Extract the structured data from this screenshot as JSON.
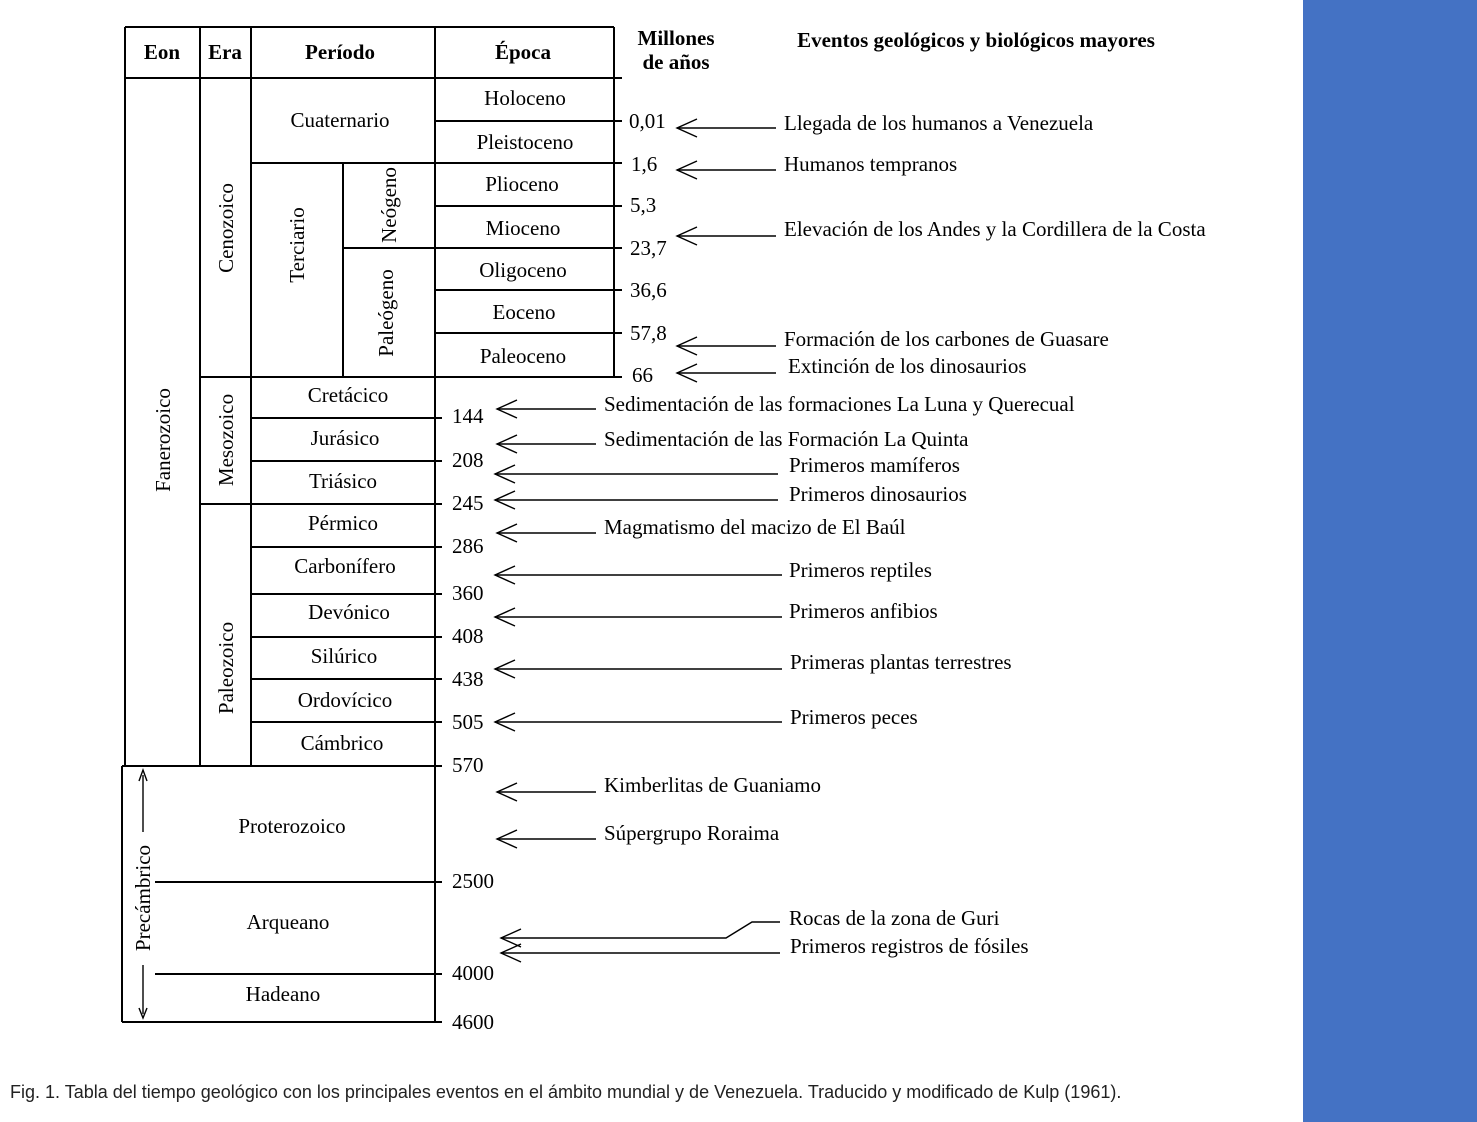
{
  "headers": {
    "eon": "Eon",
    "era": "Era",
    "periodo": "Período",
    "epoca": "Época",
    "millones_1": "Millones",
    "millones_2": "de años",
    "eventos": "Eventos geológicos y biológicos mayores"
  },
  "eons": {
    "fanerozoico": "Fanerozoico",
    "precambrico": "Precámbrico"
  },
  "eras": {
    "cenozoico": "Cenozoico",
    "mesozoico": "Mesozoico",
    "paleozoico": "Paleozoico"
  },
  "periods": {
    "cuaternario": "Cuaternario",
    "terciario": "Terciario",
    "neogeno": "Neógeno",
    "paleogeno": "Paleógeno",
    "cretacico": "Cretácico",
    "jurasico": "Jurásico",
    "triasico": "Triásico",
    "permico": "Pérmico",
    "carbonifero": "Carbonífero",
    "devonico": "Devónico",
    "silurico": "Silúrico",
    "ordovicico": "Ordovícico",
    "cambrico": "Cámbrico",
    "proterozoico": "Proterozoico",
    "arqueano": "Arqueano",
    "hadeano": "Hadeano"
  },
  "epochs": {
    "holoceno": "Holoceno",
    "pleistoceno": "Pleistoceno",
    "plioceno": "Plioceno",
    "mioceno": "Mioceno",
    "oligoceno": "Oligoceno",
    "eoceno": "Eoceno",
    "paleoceno": "Paleoceno"
  },
  "ages": {
    "a001": "0,01",
    "a16": "1,6",
    "a53": "5,3",
    "a237": "23,7",
    "a366": "36,6",
    "a578": "57,8",
    "a66": "66",
    "a144": "144",
    "a208": "208",
    "a245": "245",
    "a286": "286",
    "a360": "360",
    "a408": "408",
    "a438": "438",
    "a505": "505",
    "a570": "570",
    "a2500": "2500",
    "a4000": "4000",
    "a4600": "4600"
  },
  "events": {
    "humanos_venezuela": "Llegada de los humanos a Venezuela",
    "humanos_tempranos": "Humanos tempranos",
    "andes": "Elevación de los Andes y la Cordillera de la Costa",
    "carbones": "Formación de los carbones de Guasare",
    "dinosaurios_ext": "Extinción de los dinosaurios",
    "luna_querecual": "Sedimentación de las formaciones La Luna y Querecual",
    "la_quinta": "Sedimentación de las Formación La Quinta",
    "mamiferos": "Primeros mamíferos",
    "dinosaurios": "Primeros dinosaurios",
    "baul": "Magmatismo del macizo de El Baúl",
    "reptiles": "Primeros reptiles",
    "anfibios": "Primeros anfibios",
    "plantas": "Primeras plantas terrestres",
    "peces": "Primeros peces",
    "kimberlitas": "Kimberlitas de Guaniamo",
    "roraima": "Súpergrupo Roraima",
    "guri": "Rocas de la zona de Guri",
    "fosiles": "Primeros registros de fósiles"
  },
  "caption": "Fig. 1. Tabla del tiempo geológico con los principales eventos en el ámbito mundial y de Venezuela. Traducido y modificado de Kulp (1961).",
  "colors": {
    "side_panel": "#4472c4"
  }
}
